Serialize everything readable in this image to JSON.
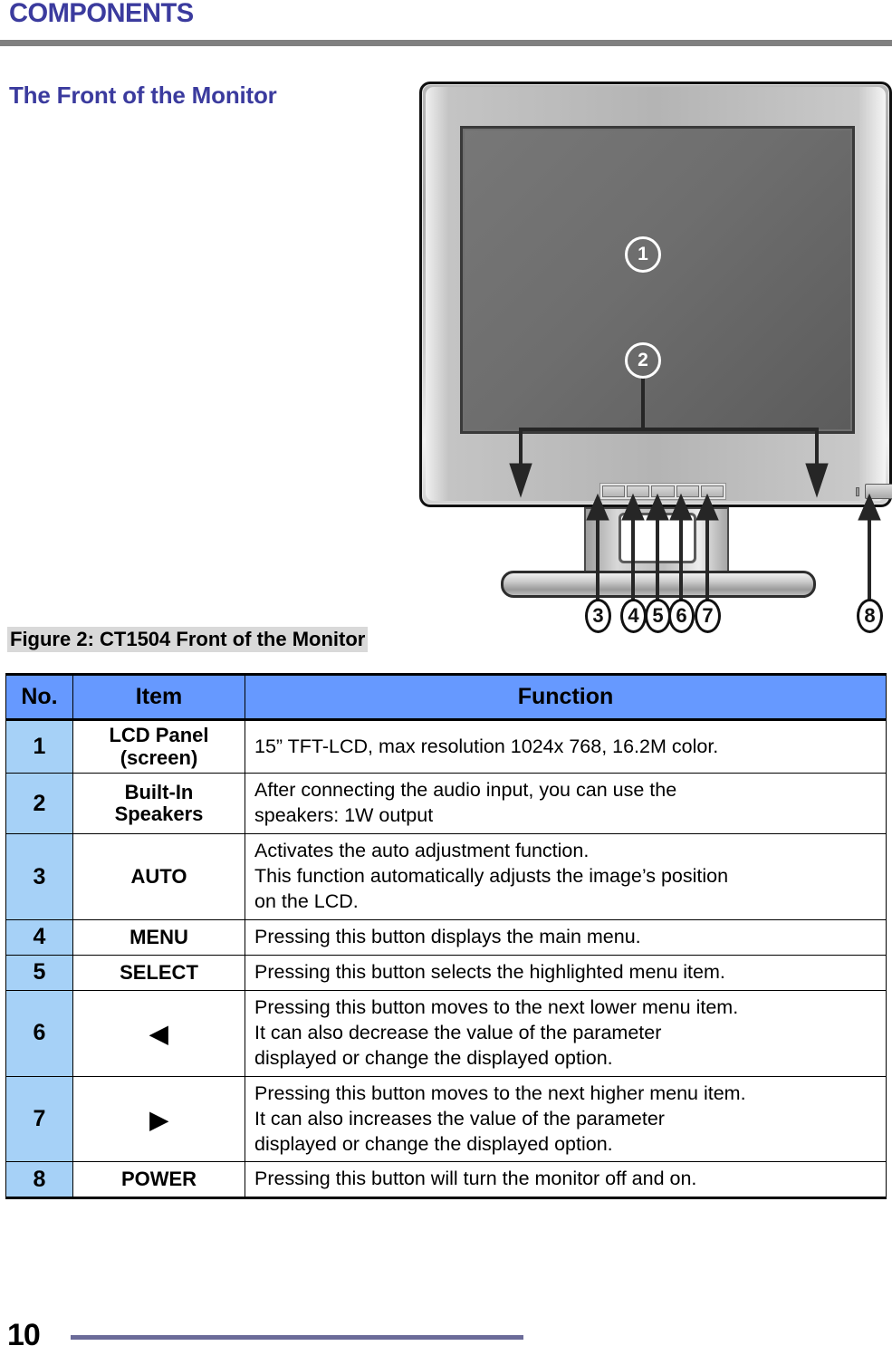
{
  "header": {
    "chapter_title": "COMPONENTS"
  },
  "section": {
    "heading": "The Front of the Monitor"
  },
  "figure": {
    "caption": "Figure 2: CT1504 Front of the Monitor",
    "callouts": [
      {
        "number": "1",
        "target": "lcd-panel"
      },
      {
        "number": "2",
        "target": "built-in-speakers"
      },
      {
        "number": "3",
        "target": "auto-button"
      },
      {
        "number": "4",
        "target": "menu-button"
      },
      {
        "number": "5",
        "target": "select-button"
      },
      {
        "number": "6",
        "target": "left-button"
      },
      {
        "number": "7",
        "target": "right-button"
      },
      {
        "number": "8",
        "target": "power-button"
      }
    ]
  },
  "table": {
    "columns": [
      "No.",
      "Item",
      "Function"
    ],
    "rows": [
      {
        "no": "1",
        "item_lines": [
          "LCD Panel",
          "(screen)"
        ],
        "item": "LCD Panel (screen)",
        "function_lines": [
          "15” TFT-LCD, max resolution 1024x 768, 16.2M color."
        ]
      },
      {
        "no": "2",
        "item_lines": [
          "Built-In",
          "Speakers"
        ],
        "item": "Built-In Speakers",
        "function_lines": [
          "After connecting the audio input, you can use the",
          "speakers: 1W output"
        ]
      },
      {
        "no": "3",
        "item_lines": [
          "AUTO"
        ],
        "item": "AUTO",
        "function_lines": [
          "Activates the auto adjustment function.",
          "This function automatically adjusts the image’s position",
          "on the LCD."
        ]
      },
      {
        "no": "4",
        "item_lines": [
          "MENU"
        ],
        "item": "MENU",
        "function_lines": [
          "Pressing this button displays the main menu."
        ]
      },
      {
        "no": "5",
        "item_lines": [
          "SELECT"
        ],
        "item": "SELECT",
        "function_lines": [
          "Pressing this button selects the highlighted menu item."
        ]
      },
      {
        "no": "6",
        "item_lines": [
          "◀"
        ],
        "item": "◀",
        "item_is_icon": true,
        "icon_name": "left-triangle-icon",
        "function_lines": [
          "Pressing this button moves to the next lower menu item.",
          "It can also decrease the value of the parameter",
          "displayed or change the displayed option."
        ]
      },
      {
        "no": "7",
        "item_lines": [
          "▶"
        ],
        "item": "▶",
        "item_is_icon": true,
        "icon_name": "right-triangle-icon",
        "function_lines": [
          "Pressing this button moves to the next higher menu item.",
          "It can also increases the value of the parameter",
          "displayed or change the displayed option."
        ]
      },
      {
        "no": "8",
        "item_lines": [
          "POWER"
        ],
        "item": "POWER",
        "function_lines": [
          "Pressing this button will turn the monitor off and on."
        ]
      }
    ]
  },
  "footer": {
    "page_number": "10"
  },
  "colors": {
    "heading": "#3B3B9E",
    "header_rule": "#808080",
    "table_header_bg": "#6699FF",
    "table_no_bg": "#A6D1F7",
    "caption_highlight": "#D9D9D9",
    "footer_rule": "#6B6B99"
  }
}
